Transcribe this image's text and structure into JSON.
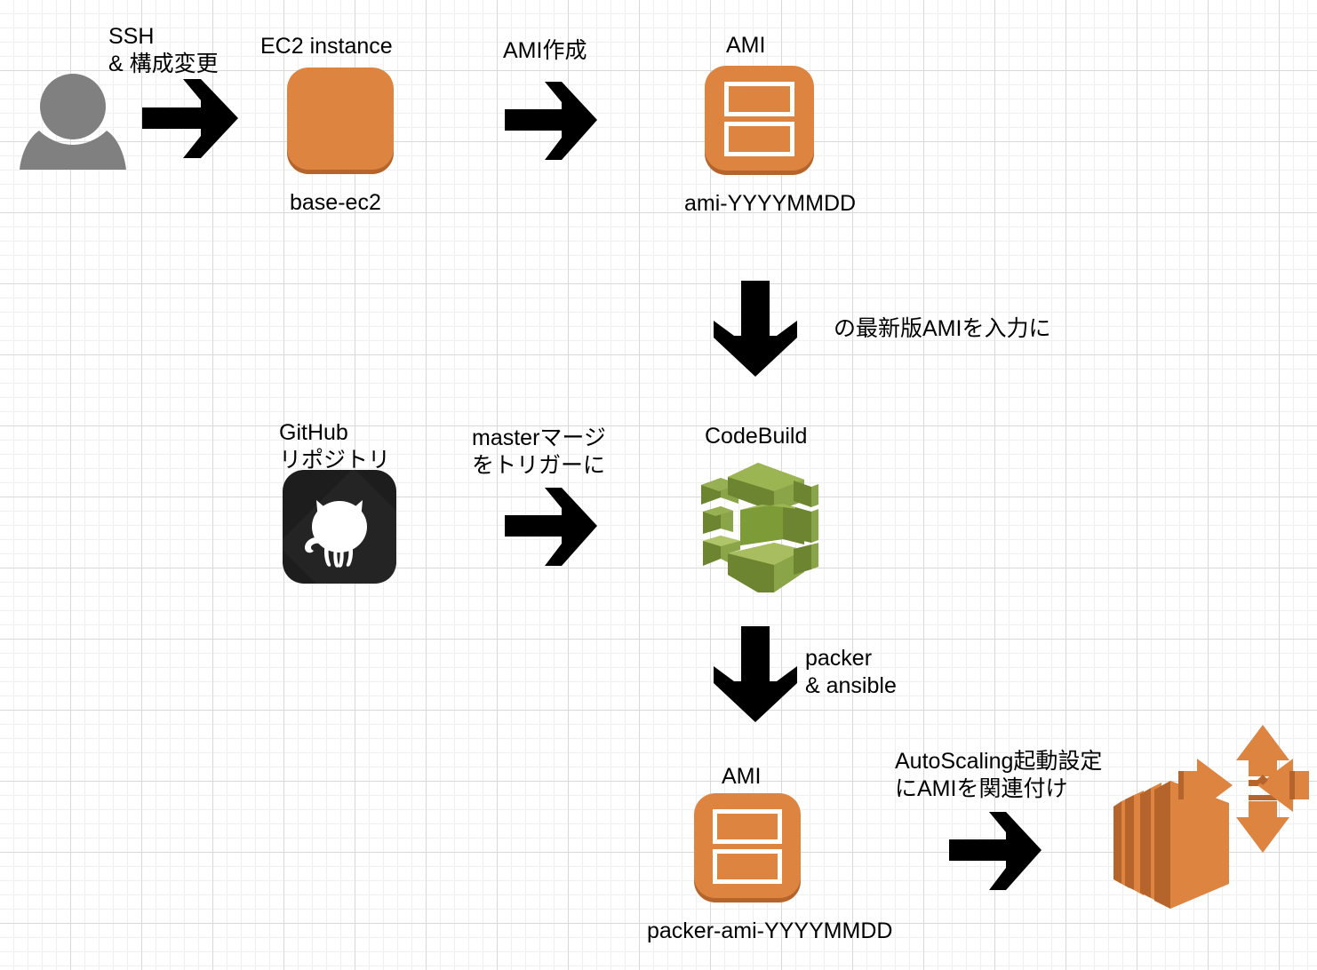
{
  "diagram": {
    "title": "AMI build pipeline diagram",
    "background": "#ffffff",
    "grid_minor_color": "#f0f0f0",
    "grid_major_color": "#d9d9d9"
  },
  "colors": {
    "aws_orange": "#dd8440",
    "aws_orange_shadow": "#b5652c",
    "codebuild_green": "#7d9b37",
    "codebuild_green_dark": "#5e7229",
    "github_black": "#1d1d1d",
    "person_gray": "#808080",
    "arrow_black": "#000000",
    "text_black": "#000000"
  },
  "nodes": {
    "user": {
      "icon": "person-icon",
      "label": ""
    },
    "ec2": {
      "icon": "ec2-instance-icon",
      "title": "EC2 instance",
      "caption": "base-ec2"
    },
    "ami_top": {
      "icon": "ami-icon",
      "title": "AMI",
      "caption": "ami-YYYYMMDD"
    },
    "github": {
      "icon": "github-icon",
      "title": "GitHub\nリポジトリ"
    },
    "codebuild": {
      "icon": "codebuild-icon",
      "title": "CodeBuild"
    },
    "ami_bottom": {
      "icon": "ami-icon",
      "title": "AMI",
      "caption": "packer-ami-YYYYMMDD"
    },
    "autoscaling": {
      "icon": "autoscaling-icon",
      "title": ""
    }
  },
  "edges": {
    "user_to_ec2": {
      "icon": "arrow-right-icon",
      "label": "SSH\n& 構成変更"
    },
    "ec2_to_ami": {
      "icon": "arrow-right-icon",
      "label": "AMI作成"
    },
    "ami_to_codebuild": {
      "icon": "arrow-down-icon",
      "label": "の最新版AMIを入力に"
    },
    "github_to_codebuild": {
      "icon": "arrow-right-icon",
      "label": "masterマージ\nをトリガーに"
    },
    "codebuild_to_ami": {
      "icon": "arrow-down-icon",
      "label": "packer\n& ansible"
    },
    "ami_to_autoscaling": {
      "icon": "arrow-right-icon",
      "label": "AutoScaling起動設定\nにAMIを関連付け"
    }
  }
}
